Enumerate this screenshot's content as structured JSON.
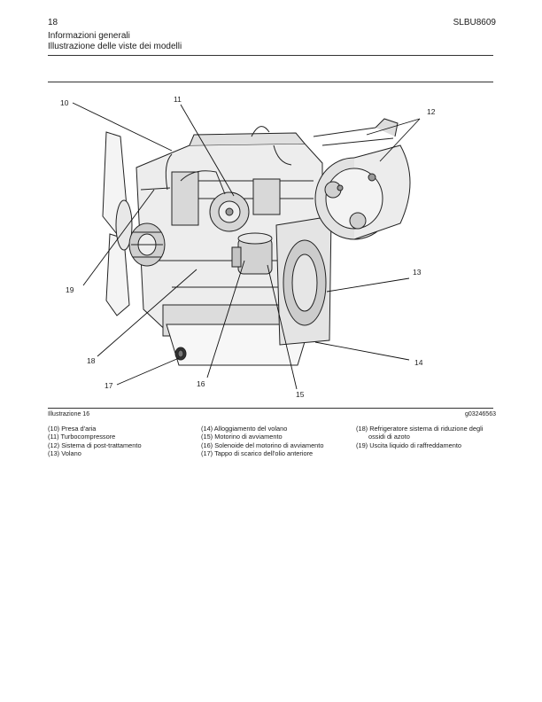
{
  "header": {
    "page_number": "18",
    "document_code": "SLBU8609",
    "section_title": "Informazioni generali",
    "section_subtitle": "Illustrazione delle viste dei modelli"
  },
  "figure": {
    "caption": "Illustrazione 16",
    "image_id": "g03246563",
    "callouts": {
      "c10": "10",
      "c11": "11",
      "c12": "12",
      "c13": "13",
      "c14": "14",
      "c15": "15",
      "c16": "16",
      "c17": "17",
      "c18": "18",
      "c19": "19"
    }
  },
  "legend": {
    "col1": [
      "(10) Presa d'aria",
      "(11) Turbocompressore",
      "(12) Sistema di post-trattamento",
      "(13) Volano"
    ],
    "col2": [
      "(14) Alloggiamento del volano",
      "(15) Motorino di avviamento",
      "(16) Solenoide del motorino di avviamento",
      "(17) Tappo di scarico dell'olio anteriore"
    ],
    "col3": [
      "(18) Refrigeratore sistema di riduzione degli ossidi di azoto",
      "(19) Uscita liquido di raffreddamento"
    ]
  }
}
